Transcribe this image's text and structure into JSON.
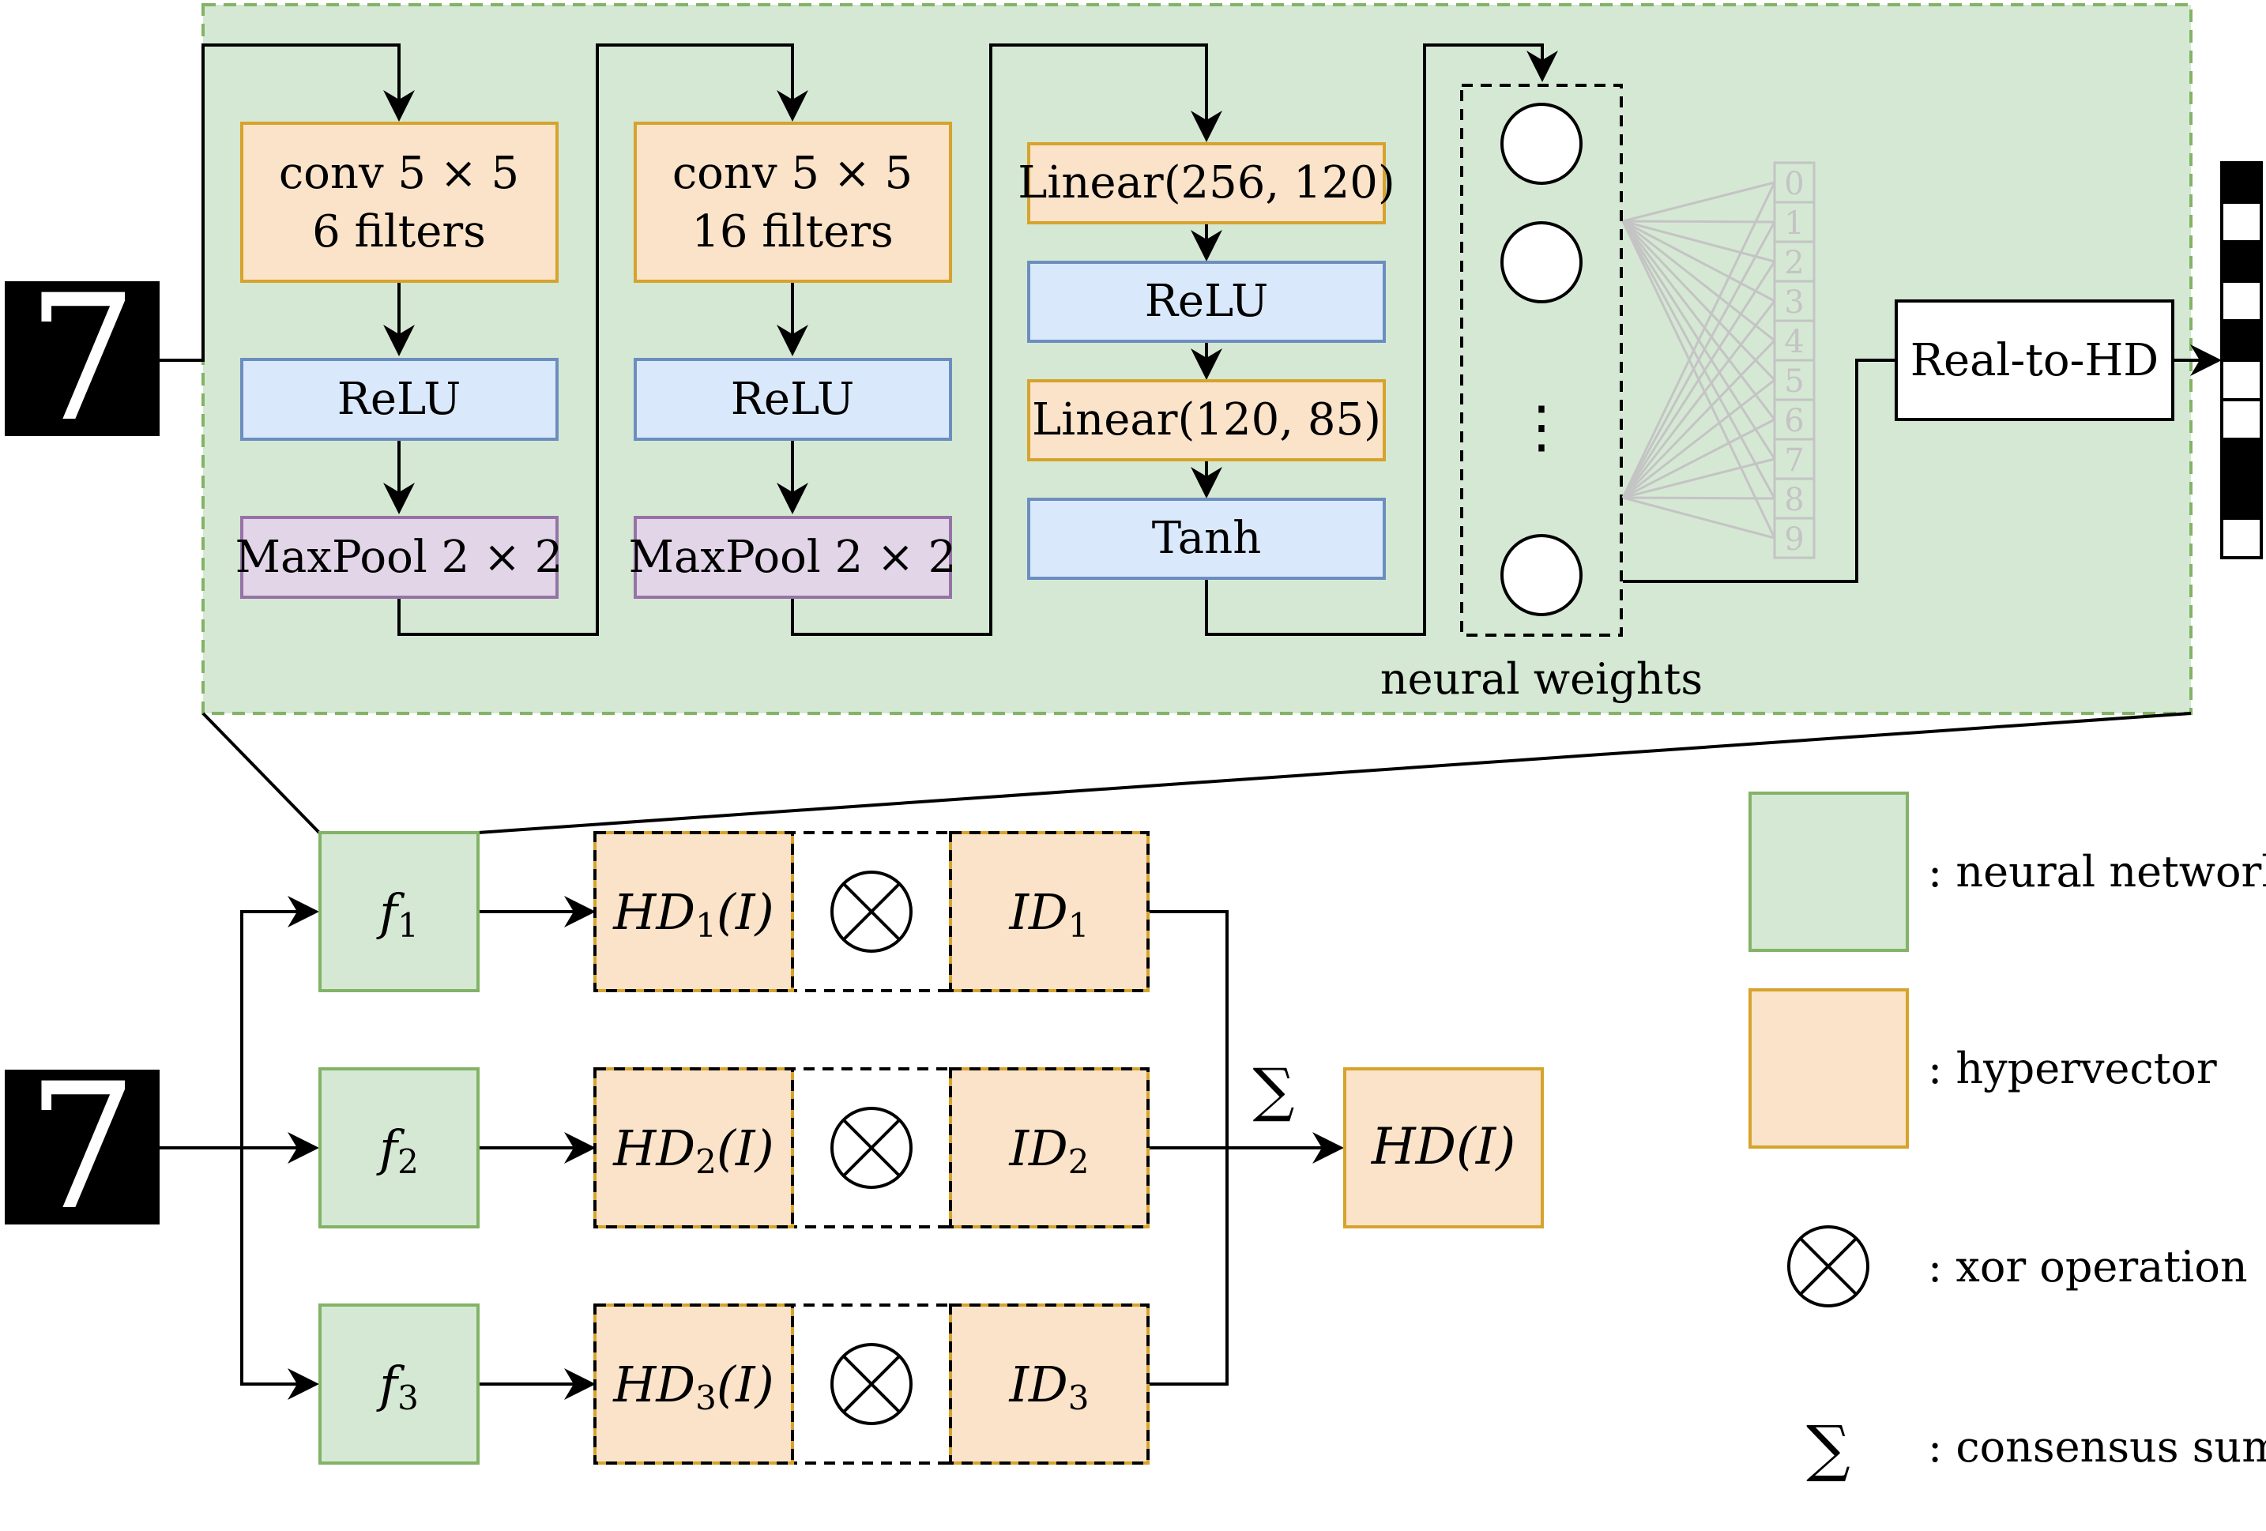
{
  "input_digit": "7",
  "cnn_detail": {
    "block1": {
      "conv_line1": "conv 5 × 5",
      "conv_line2": "6 filters",
      "activation": "ReLU",
      "pool": "MaxPool 2 × 2"
    },
    "block2": {
      "conv_line1": "conv 5 × 5",
      "conv_line2": "16 filters",
      "activation": "ReLU",
      "pool": "MaxPool 2 × 2"
    },
    "block3": {
      "linear1": "Linear(256, 120)",
      "activation1": "ReLU",
      "linear2": "Linear(120, 85)",
      "activation2": "Tanh"
    },
    "neuron_ellipsis": "⋮",
    "neural_weights_label": "neural weights",
    "output_classes": [
      "0",
      "1",
      "2",
      "3",
      "4",
      "5",
      "6",
      "7",
      "8",
      "9"
    ],
    "real_to_hd": "Real-to-HD",
    "hypervector_bits": [
      1,
      0,
      1,
      0,
      1,
      0,
      0,
      1,
      1,
      0
    ]
  },
  "ensemble": {
    "models": [
      {
        "f": "f",
        "sub": "1",
        "hd": "HD",
        "hd_sub": "1",
        "hd_arg": "(I)",
        "id": "ID",
        "id_sub": "1"
      },
      {
        "f": "f",
        "sub": "2",
        "hd": "HD",
        "hd_sub": "2",
        "hd_arg": "(I)",
        "id": "ID",
        "id_sub": "2"
      },
      {
        "f": "f",
        "sub": "3",
        "hd": "HD",
        "hd_sub": "3",
        "hd_arg": "(I)",
        "id": "ID",
        "id_sub": "3"
      }
    ],
    "xor_symbol": "⊗",
    "sum_symbol": "∑",
    "output_label": "HD(I)"
  },
  "legend": {
    "neural_network": ": neural network",
    "hypervector": ": hypervector",
    "xor_operation": ": xor operation",
    "consensus_sum": ": consensus sum",
    "sum_symbol": "∑"
  },
  "colors": {
    "nn_green_fill": "#d5e8d4",
    "nn_green_stroke": "#82b366",
    "hv_orange_fill": "#fae3c9",
    "hv_orange_stroke": "#d6a32c",
    "relu_blue_fill": "#dae8fc",
    "relu_blue_stroke": "#6c8ebf",
    "pool_purple_fill": "#e1d5e7",
    "pool_purple_stroke": "#9673a6"
  }
}
